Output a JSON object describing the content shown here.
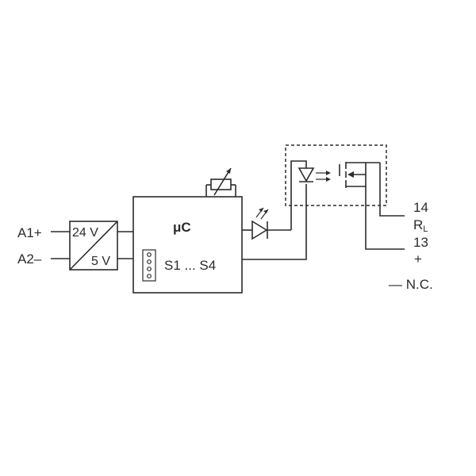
{
  "terminals": {
    "a1": "A1+",
    "a2": "A2–",
    "t14": "14",
    "rl_main": "R",
    "rl_sub": "L",
    "t13": "13",
    "plus": "+",
    "nc": "— N.C."
  },
  "power_supply": {
    "input": "24 V",
    "output": "5 V"
  },
  "controller": {
    "label": "μC",
    "switches": "S1 ... S4"
  }
}
